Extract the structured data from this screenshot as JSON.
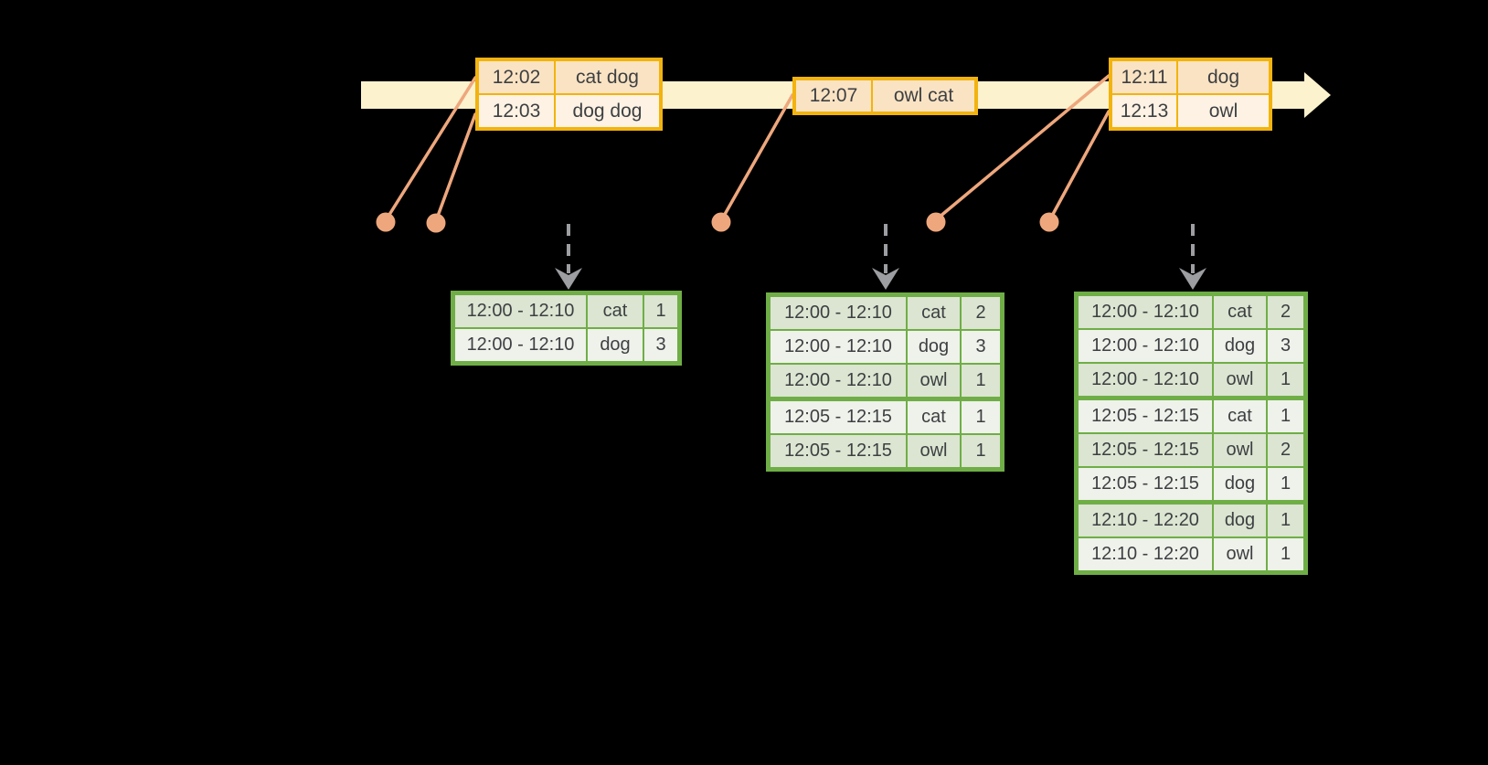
{
  "colors": {
    "background": "#000000",
    "timeline_fill": "#FCF2CE",
    "event_border": "#F2B30E",
    "event_row_dark": "#FAE3C3",
    "event_row_light": "#FDF2E3",
    "connector": "#EEA77D",
    "result_border": "#6FAE46",
    "result_row_dark": "#DBE5D1",
    "result_row_light": "#EEF2EA",
    "trigger_arrow": "#9C9EA1",
    "text": "#3D3F42"
  },
  "icons": {
    "timeline_arrow": "right-arrow",
    "trigger_arrow": "down-dashed-arrow",
    "event_marker": "dot"
  },
  "event_tables": [
    {
      "rows": [
        {
          "time": "12:02",
          "words": "cat dog"
        },
        {
          "time": "12:03",
          "words": "dog dog"
        }
      ]
    },
    {
      "rows": [
        {
          "time": "12:07",
          "words": "owl cat"
        }
      ]
    },
    {
      "rows": [
        {
          "time": "12:11",
          "words": "dog"
        },
        {
          "time": "12:13",
          "words": "owl"
        }
      ]
    }
  ],
  "result_tables": [
    {
      "rows": [
        {
          "window": "12:00 - 12:10",
          "word": "cat",
          "count": "1"
        },
        {
          "window": "12:00 - 12:10",
          "word": "dog",
          "count": "3"
        }
      ]
    },
    {
      "rows": [
        {
          "window": "12:00 - 12:10",
          "word": "cat",
          "count": "2"
        },
        {
          "window": "12:00 - 12:10",
          "word": "dog",
          "count": "3"
        },
        {
          "window": "12:00 - 12:10",
          "word": "owl",
          "count": "1"
        },
        {
          "window": "12:05 - 12:15",
          "word": "cat",
          "count": "1",
          "group_start": true
        },
        {
          "window": "12:05 - 12:15",
          "word": "owl",
          "count": "1"
        }
      ]
    },
    {
      "rows": [
        {
          "window": "12:00 - 12:10",
          "word": "cat",
          "count": "2"
        },
        {
          "window": "12:00 - 12:10",
          "word": "dog",
          "count": "3"
        },
        {
          "window": "12:00 - 12:10",
          "word": "owl",
          "count": "1"
        },
        {
          "window": "12:05 - 12:15",
          "word": "cat",
          "count": "1",
          "group_start": true
        },
        {
          "window": "12:05 - 12:15",
          "word": "owl",
          "count": "2"
        },
        {
          "window": "12:05 - 12:15",
          "word": "dog",
          "count": "1"
        },
        {
          "window": "12:10 - 12:20",
          "word": "dog",
          "count": "1",
          "group_start": true
        },
        {
          "window": "12:10 - 12:20",
          "word": "owl",
          "count": "1"
        }
      ]
    }
  ]
}
